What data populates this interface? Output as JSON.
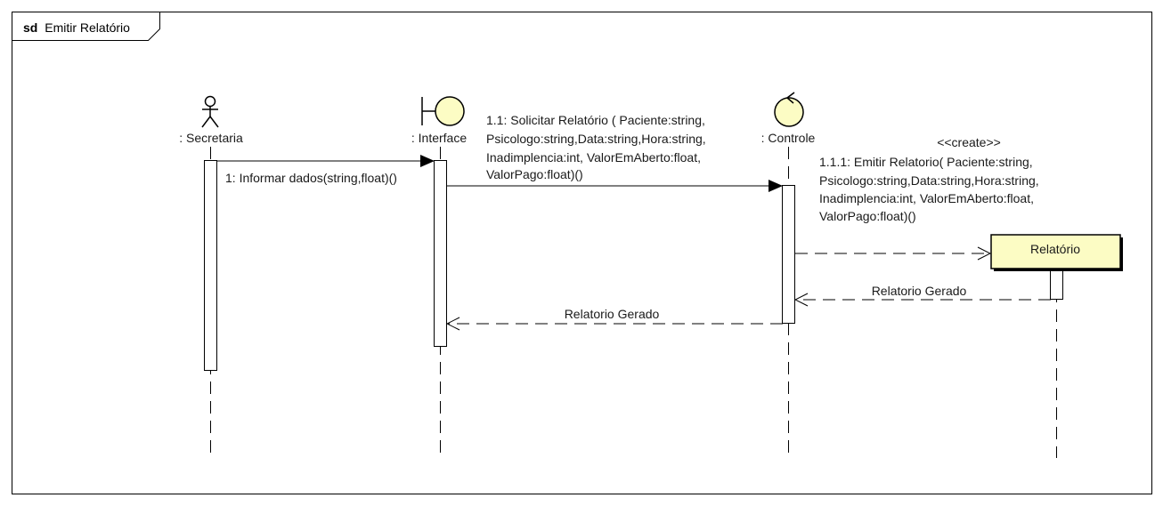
{
  "frame": {
    "keyword": "sd",
    "name": "Emitir Relatório"
  },
  "lifelines": {
    "secretaria": {
      "name": ": Secretaria",
      "icon": "actor-icon"
    },
    "interface": {
      "name": ": Interface",
      "icon": "boundary-icon"
    },
    "controle": {
      "name": ": Controle",
      "icon": "control-icon"
    },
    "relatorio": {
      "name": "Relatório",
      "icon": "entity-box"
    }
  },
  "messages": {
    "m1": {
      "label": "1: Informar dados(string,float)()"
    },
    "m11": {
      "lines": [
        "1.1: Solicitar Relatório ( Paciente:string,",
        "Psicologo:string,Data:string,Hora:string,",
        "Inadimplencia:int, ValorEmAberto:float,",
        "ValorPago:float)()"
      ]
    },
    "m111": {
      "stereotype": "<<create>>",
      "lines": [
        "1.1.1: Emitir Relatorio( Paciente:string,",
        "Psicologo:string,Data:string,Hora:string,",
        "Inadimplencia:int, ValorEmAberto:float,",
        "ValorPago:float)()"
      ]
    },
    "ret1": {
      "label": "Relatorio Gerado"
    },
    "ret2": {
      "label": "Relatorio Gerado"
    }
  },
  "colors": {
    "object_fill": "#fcfcc4",
    "line": "#000000",
    "background": "#ffffff"
  }
}
